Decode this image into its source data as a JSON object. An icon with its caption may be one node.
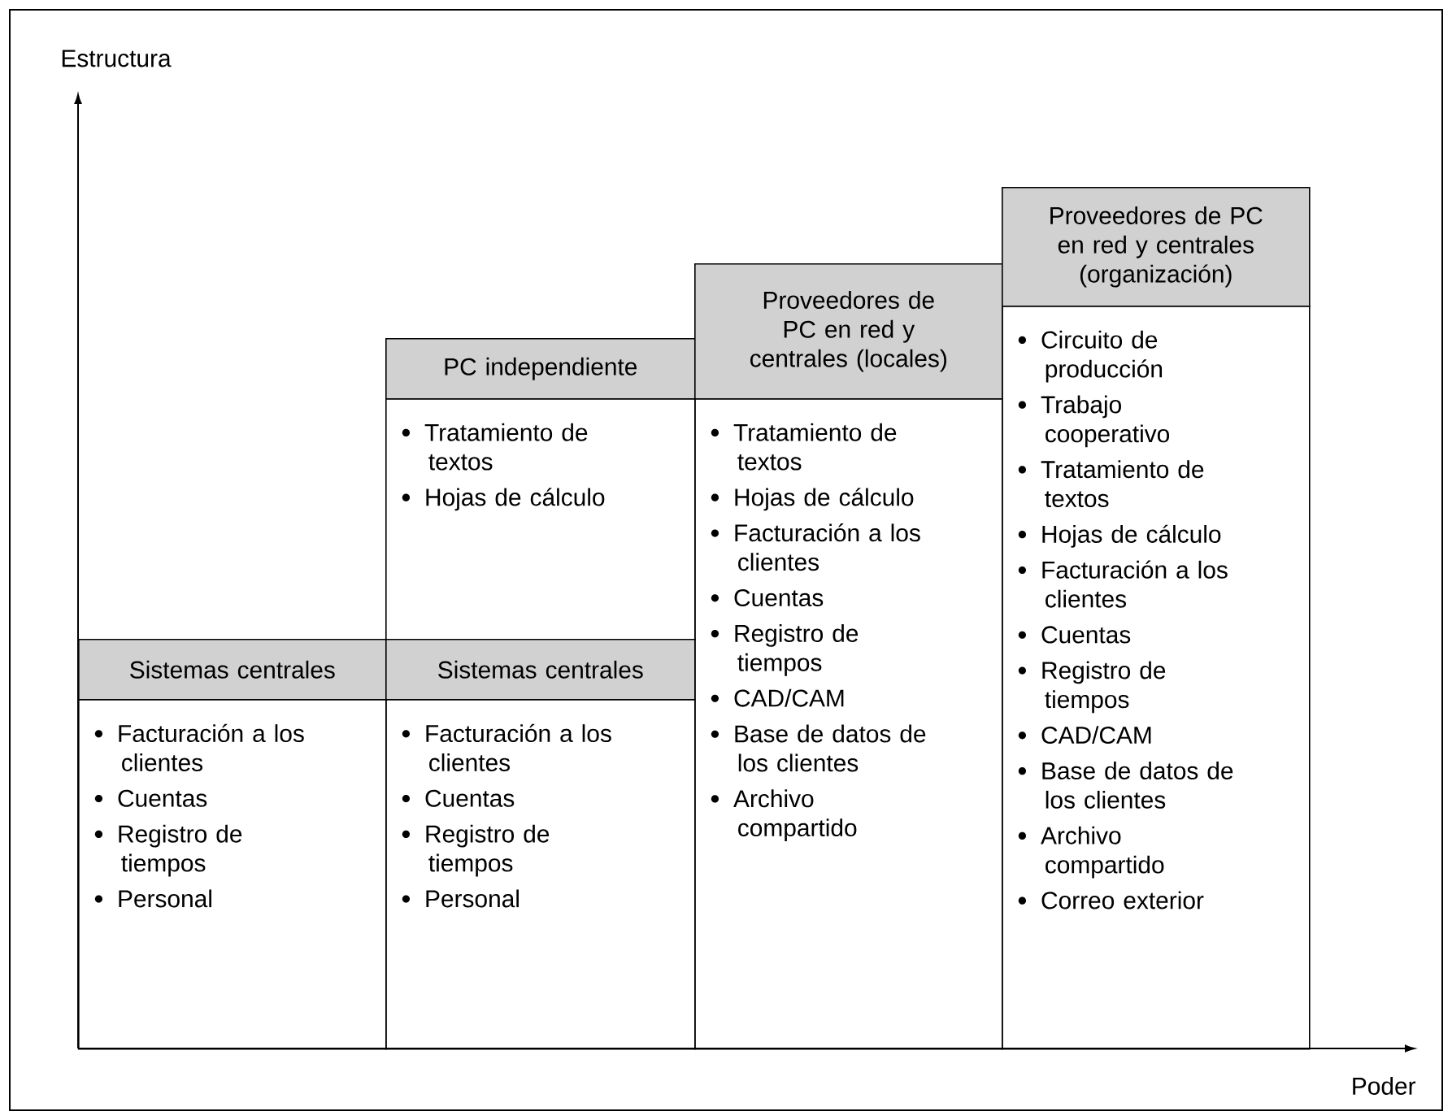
{
  "diagram": {
    "nodes": [
      {
        "text": [
          "Sistemas centrales"
        ]
      },
      {
        "text": [
          "Facturación a los clientes",
          "Cuentas",
          "Registro de tiempos",
          "Personal"
        ]
      },
      {
        "text": [
          "PC independiente"
        ]
      },
      {
        "text": [
          "Tratamiento de textos",
          "Hojas de cálculo"
        ]
      },
      {
        "text": [
          "Sistemas centrales"
        ]
      },
      {
        "text": [
          "Facturación a los clientes",
          "Cuentas",
          "Registro de tiempos",
          "Personal"
        ]
      },
      {
        "text": [
          "Proveedores de PC en red y centrales (locales)"
        ]
      },
      {
        "text": [
          "Tratamiento de textos",
          "Hojas de cálculo",
          "Facturación a los clientes",
          "Cuentas",
          "Registro de tiempos",
          "CAD/CAM",
          "Base de datos de los clientes",
          "Archivo compartido"
        ]
      },
      {
        "text": [
          "Proveedores de PC en red y centrales (organización)"
        ]
      },
      {
        "text": [
          "Circuito de producción",
          "Trabajo cooperativo",
          "Tratamiento de textos",
          "Hojas de cálculo",
          "Facturación a los clientes",
          "Cuentas",
          "Registro de tiempos",
          "CAD/CAM",
          "Base de datos de los clientes",
          "Archivo compartido",
          "Correo exterior"
        ]
      }
    ],
    "labels": [
      "Estructura",
      "Poder"
    ]
  }
}
